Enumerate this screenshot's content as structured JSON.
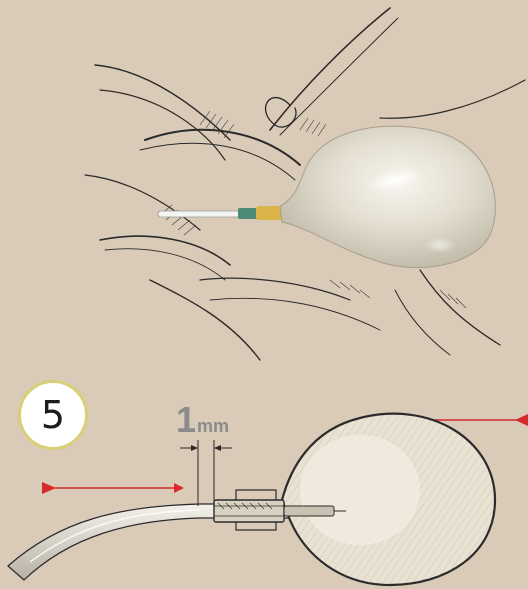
{
  "step": {
    "number": "5"
  },
  "measurement": {
    "value": "1",
    "unit": "mm"
  },
  "colors": {
    "background": "#d9cbb8",
    "arrow": "#d62b2b",
    "badge_border": "#d8cf76",
    "measure_text": "#8b8b8b",
    "sketch_line": "#2a2a2a"
  }
}
